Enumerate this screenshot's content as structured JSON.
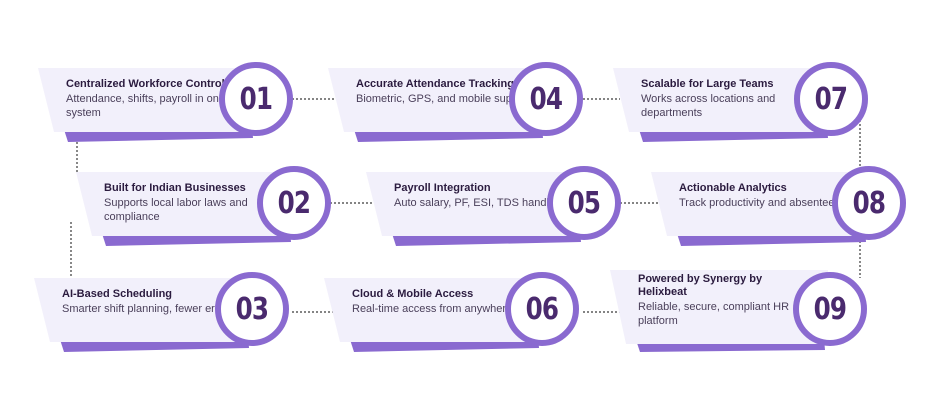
{
  "colors": {
    "accent": "#8a6ad0",
    "card_light": "#f2f0fb",
    "number_text": "#4a2a6e",
    "title_text": "#2b1b3f"
  },
  "cards": [
    {
      "number": "01",
      "title": "Centralized Workforce Control",
      "description": "Attendance, shifts, payroll in one system"
    },
    {
      "number": "02",
      "title": "Built for Indian Businesses",
      "description": "Supports local labor laws and compliance"
    },
    {
      "number": "03",
      "title": "AI-Based Scheduling",
      "description": "Smarter shift planning, fewer errors"
    },
    {
      "number": "04",
      "title": "Accurate Attendance Tracking",
      "description": "Biometric, GPS, and mobile support"
    },
    {
      "number": "05",
      "title": "Payroll Integration",
      "description": "Auto salary, PF, ESI, TDS handling"
    },
    {
      "number": "06",
      "title": "Cloud & Mobile Access",
      "description": "Real-time access from anywhere"
    },
    {
      "number": "07",
      "title": "Scalable for Large Teams",
      "description": "Works across locations and departments"
    },
    {
      "number": "08",
      "title": "Actionable Analytics",
      "description": "Track productivity and absenteeism"
    },
    {
      "number": "09",
      "title": "Powered by Synergy by Helixbeat",
      "description": "Reliable, secure, compliant HR platform"
    }
  ]
}
